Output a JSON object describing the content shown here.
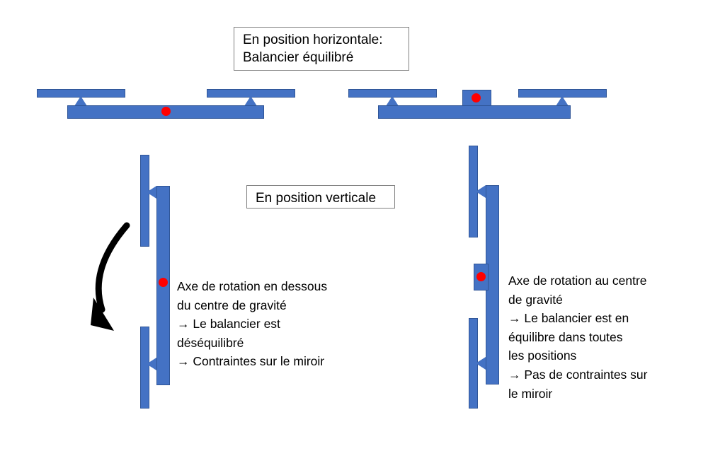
{
  "figure": {
    "title_horizontal": "En position horizontale:\nBalancier équilibré",
    "title_vertical": "En position verticale",
    "caption_left": "Axe de rotation en dessous\ndu centre de gravité\n→ Le balancier est\n     déséquilibré\n→ Contraintes sur le miroir",
    "caption_right": "Axe de rotation au centre\nde gravité\n→ Le balancier est en\n     équilibre dans toutes\n     les positions\n→ Pas de contraintes sur\n     le miroir"
  },
  "colors": {
    "bar_fill": "#4472C4",
    "bar_stroke": "#2F5597",
    "center_of_gravity": "#FF0000",
    "callout_border": "#7F7F7F",
    "arrow": "#000000",
    "background": "#FFFFFF"
  },
  "icons": {
    "pivot_up": "triangle-up-pivot-icon",
    "pivot_left": "triangle-left-pivot-icon",
    "cog": "center-of-gravity-dot-icon",
    "rotation_arrow": "curved-rotation-arrow-icon"
  }
}
